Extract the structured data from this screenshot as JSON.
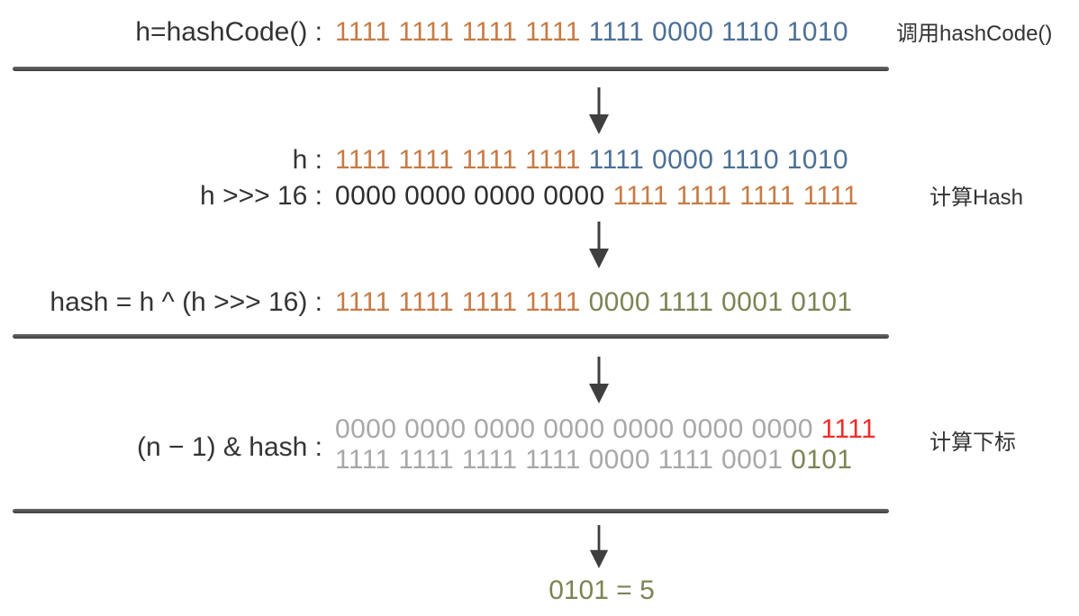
{
  "colors": {
    "orange": "#c77b45",
    "blue": "#4c7096",
    "dark": "#2e2e2e",
    "olive": "#7c8454",
    "gray": "#a8a8a8",
    "red": "#ee2e2a",
    "text": "#343434",
    "divider": "#4c4c4c",
    "arrow": "#3f3f3f",
    "background": "#ffffff"
  },
  "sections": [
    {
      "name": "call-hashcode",
      "annotation": "调用hashCode()",
      "rows": [
        {
          "label": "h=hashCode() :",
          "segments": [
            {
              "text": "1111 1111 1111 1111",
              "color": "orange"
            },
            {
              "text": "1111 0000 1110 1010",
              "color": "blue"
            }
          ]
        }
      ]
    },
    {
      "name": "compute-hash",
      "annotation": "计算Hash",
      "rows": [
        {
          "label": "h :",
          "segments": [
            {
              "text": "1111 1111 1111 1111",
              "color": "orange"
            },
            {
              "text": "1111 0000 1110 1010",
              "color": "blue"
            }
          ]
        },
        {
          "label": "h >>> 16 :",
          "segments": [
            {
              "text": "0000 0000 0000 0000",
              "color": "dark"
            },
            {
              "text": "1111 1111 1111 1111",
              "color": "orange"
            }
          ]
        },
        {
          "label": "hash = h ^ (h >>> 16) :",
          "segments": [
            {
              "text": "1111 1111 1111 1111",
              "color": "orange"
            },
            {
              "text": "0000 1111 0001 0101",
              "color": "olive"
            }
          ]
        }
      ]
    },
    {
      "name": "compute-index",
      "annotation": "计算下标",
      "rows": [
        {
          "label": "(n − 1) & hash :",
          "segments": [
            {
              "text": "0000 0000 0000 0000 0000 0000 0000",
              "color": "gray"
            },
            {
              "text": "1111",
              "color": "red"
            }
          ]
        },
        {
          "label": "",
          "segments": [
            {
              "text": "1111 1111 1111 1111 0000 1111 0001",
              "color": "gray"
            },
            {
              "text": "0101",
              "color": "olive"
            }
          ]
        }
      ]
    }
  ],
  "result": "0101 = 5"
}
